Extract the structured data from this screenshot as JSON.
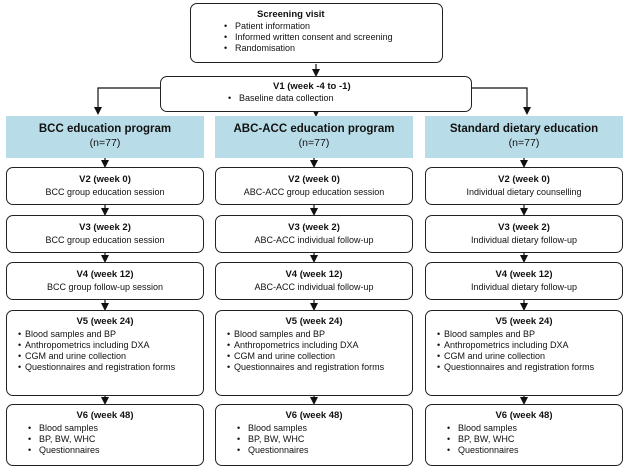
{
  "screening": {
    "title": "Screening visit",
    "items": [
      "Patient information",
      "Informed written consent and screening",
      "Randomisation"
    ]
  },
  "v1": {
    "title": "V1 (week -4 to -1)",
    "items": [
      "Baseline data collection"
    ]
  },
  "arms": [
    {
      "name": "BCC education program",
      "n": "(n=77)",
      "v2": {
        "title": "V2 (week 0)",
        "text": "BCC group education session"
      },
      "v3": {
        "title": "V3 (week 2)",
        "text": "BCC group education session"
      },
      "v4": {
        "title": "V4 (week 12)",
        "text": "BCC group follow-up session"
      },
      "v5": {
        "title": "V5 (week  24)",
        "items": [
          "Blood samples and BP",
          "Anthropometrics  including DXA",
          "CGM and urine collection",
          "Questionnaires and registration forms"
        ]
      },
      "v6": {
        "title": "V6 (week 48)",
        "items": [
          "Blood samples",
          "BP, BW, WHC",
          "Questionnaires"
        ]
      }
    },
    {
      "name": "ABC-ACC education program",
      "n": "(n=77)",
      "v2": {
        "title": "V2 (week 0)",
        "text": "ABC-ACC group education session"
      },
      "v3": {
        "title": "V3 (week 2)",
        "text": "ABC-ACC individual follow-up"
      },
      "v4": {
        "title": "V4 (week 12)",
        "text": "ABC-ACC individual follow-up"
      },
      "v5": {
        "title": "V5 (week 24)",
        "items": [
          "Blood samples and BP",
          "Anthropometrics  including DXA",
          "CGM and urine collection",
          "Questionnaires and registration forms"
        ]
      },
      "v6": {
        "title": "V6 (week 48)",
        "items": [
          "Blood samples",
          "BP, BW, WHC",
          "Questionnaires"
        ]
      }
    },
    {
      "name": "Standard dietary education",
      "n": "(n=77)",
      "v2": {
        "title": "V2 (week 0)",
        "text": "Individual dietary counselling"
      },
      "v3": {
        "title": "V3 (week 2)",
        "text": "Individual dietary follow-up"
      },
      "v4": {
        "title": "V4 (week 12)",
        "text": "Individual dietary follow-up"
      },
      "v5": {
        "title": "V5 (week 24)",
        "items": [
          "Blood samples and BP",
          "Anthropometrics  including DXA",
          "CGM and urine collection",
          "Questionnaires and registration  forms"
        ]
      },
      "v6": {
        "title": "V6 (week 48)",
        "items": [
          "Blood samples",
          "BP, BW, WHC",
          "Questionnaires"
        ]
      }
    }
  ],
  "colors": {
    "group_fill": "#b9dde8",
    "border": "#222222"
  }
}
